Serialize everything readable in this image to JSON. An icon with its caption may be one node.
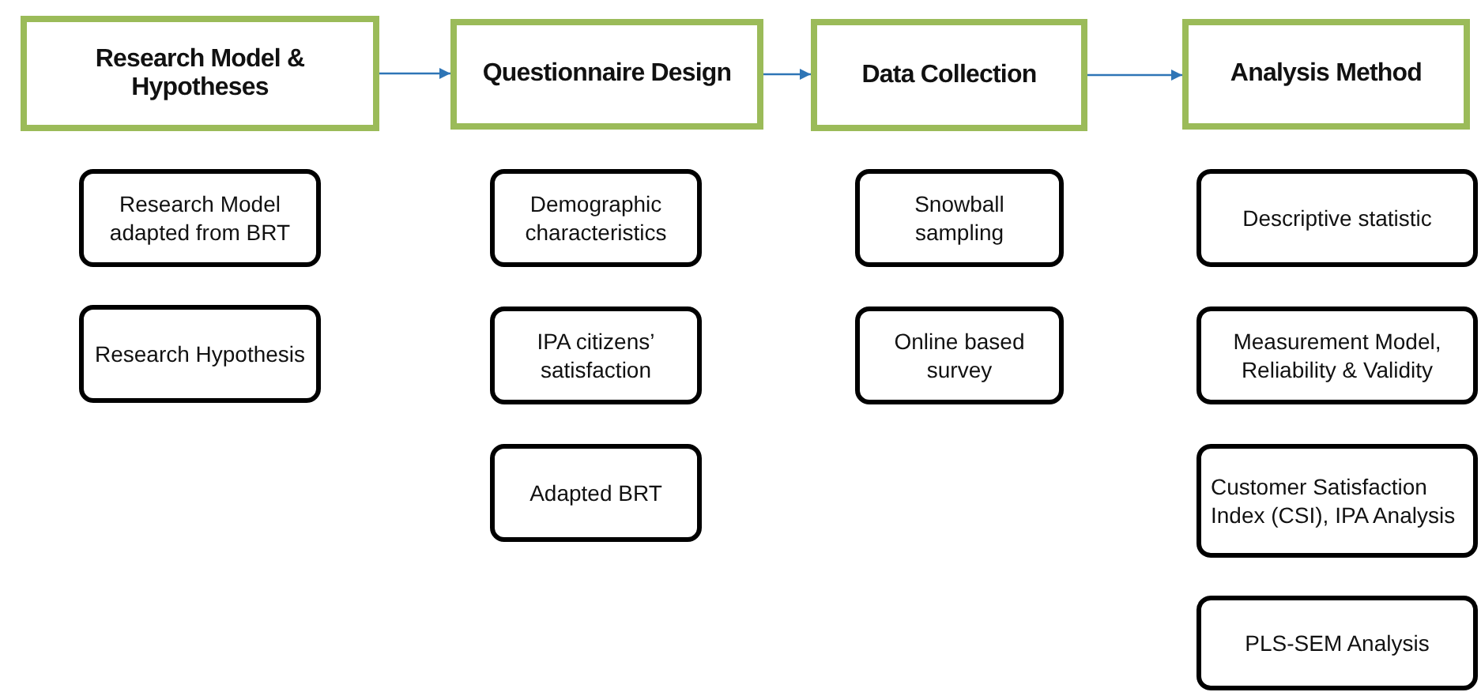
{
  "diagram": {
    "nodes": [
      {
        "text": [
          "Research Model & Hypotheses"
        ]
      },
      {
        "text": [
          "Questionnaire Design"
        ]
      },
      {
        "text": [
          "Data Collection"
        ]
      },
      {
        "text": [
          "Analysis Method"
        ]
      },
      {
        "text": [
          "Research Model adapted from BRT"
        ]
      },
      {
        "text": [
          "Research Hypothesis"
        ]
      },
      {
        "text": [
          "Demographic characteristics"
        ]
      },
      {
        "text": [
          "IPA citizens’ satisfaction"
        ]
      },
      {
        "text": [
          "Adapted BRT"
        ]
      },
      {
        "text": [
          "Snowball sampling"
        ]
      },
      {
        "text": [
          "Online based survey"
        ]
      },
      {
        "text": [
          "Descriptive statistic"
        ]
      },
      {
        "text": [
          "Measurement Model, Reliability & Validity"
        ]
      },
      {
        "text": [
          "Customer Satisfaction Index (CSI), IPA Analysis"
        ]
      },
      {
        "text": [
          "PLS-SEM Analysis"
        ]
      }
    ],
    "edges": [
      {
        "from": 0,
        "to": 1,
        "arrow": "to"
      },
      {
        "from": 1,
        "to": 2,
        "arrow": "to"
      },
      {
        "from": 2,
        "to": 3,
        "arrow": "to"
      }
    ]
  }
}
